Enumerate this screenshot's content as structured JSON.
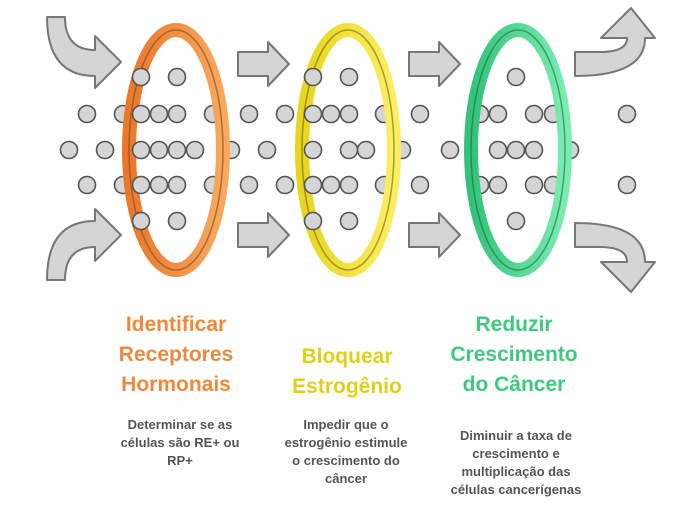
{
  "colors": {
    "orange": "#F0883A",
    "yellow": "#E8D51E",
    "green": "#3DC97E",
    "arrow_fill": "#D5D5D5",
    "arrow_stroke": "#777777",
    "dot_fill": "#D5D5D5",
    "dot_stroke": "#555555",
    "desc_text": "#555555"
  },
  "stages": [
    {
      "title_lines": [
        "Identificar",
        "Receptores",
        "Hormonais"
      ],
      "desc_lines": [
        "Determinar se as",
        "células são RE+ ou",
        "RP+"
      ],
      "color": "#F0883A"
    },
    {
      "title_lines": [
        "Bloquear",
        "Estrogênio"
      ],
      "desc_lines": [
        "Impedir que o",
        "estrogênio estimule",
        "o crescimento do",
        "câncer"
      ],
      "color": "#E8D51E"
    },
    {
      "title_lines": [
        "Reduzir",
        "Crescimento",
        "do Câncer"
      ],
      "desc_lines": [
        "Diminuir a taxa de",
        "crescimento e",
        "multiplicação das",
        "células cancerígenas"
      ],
      "color": "#3DC97E"
    }
  ]
}
